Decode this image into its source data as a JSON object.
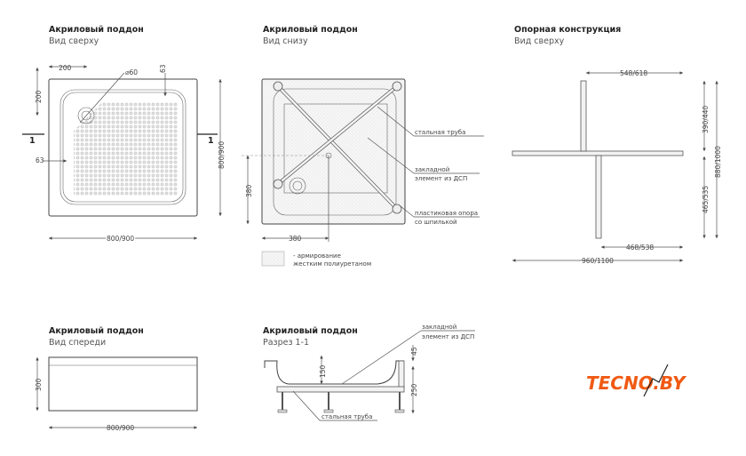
{
  "panels": {
    "top_view": {
      "title": "Акриловый поддон",
      "subtitle": "Вид сверху",
      "dims": {
        "width": "800/900",
        "height": "800/900",
        "drain_x": "200",
        "drain_y": "200",
        "drain_dia": "⌀60",
        "rim_top": "63",
        "rim_left": "63",
        "section": "1"
      }
    },
    "bottom_view": {
      "title": "Акриловый поддон",
      "subtitle": "Вид снизу",
      "dims": {
        "x": "380",
        "y": "380"
      },
      "labels": {
        "steel_pipe": "стальная труба",
        "insert_1": "закладной",
        "insert_2": "элемент из ДСП",
        "support_1": "пластиковая опора",
        "support_2": "со шпилькой"
      },
      "legend": {
        "line1": "- армирование",
        "line2": "жестким полиуретаном"
      }
    },
    "frame_view": {
      "title": "Опорная конструкция",
      "subtitle": "Вид сверху",
      "dims": {
        "top": "548/618",
        "upper": "390/440",
        "lower": "465/535",
        "total_h": "880/1000",
        "bottom": "468/538",
        "total_w": "960/1100"
      }
    },
    "front_view": {
      "title": "Акриловый поддон",
      "subtitle": "Вид спереди",
      "dims": {
        "height": "300",
        "width": "800/900"
      }
    },
    "section_view": {
      "title": "Акриловый поддон",
      "subtitle": "Разрез 1-1",
      "dims": {
        "depth": "150",
        "rim": "45",
        "height": "250"
      },
      "labels": {
        "insert_1": "закладной",
        "insert_2": "элемент из ДСП",
        "steel_pipe": "стальная труба"
      }
    }
  },
  "logo": {
    "text": "TECNO.BY",
    "color": "#f05a14"
  }
}
